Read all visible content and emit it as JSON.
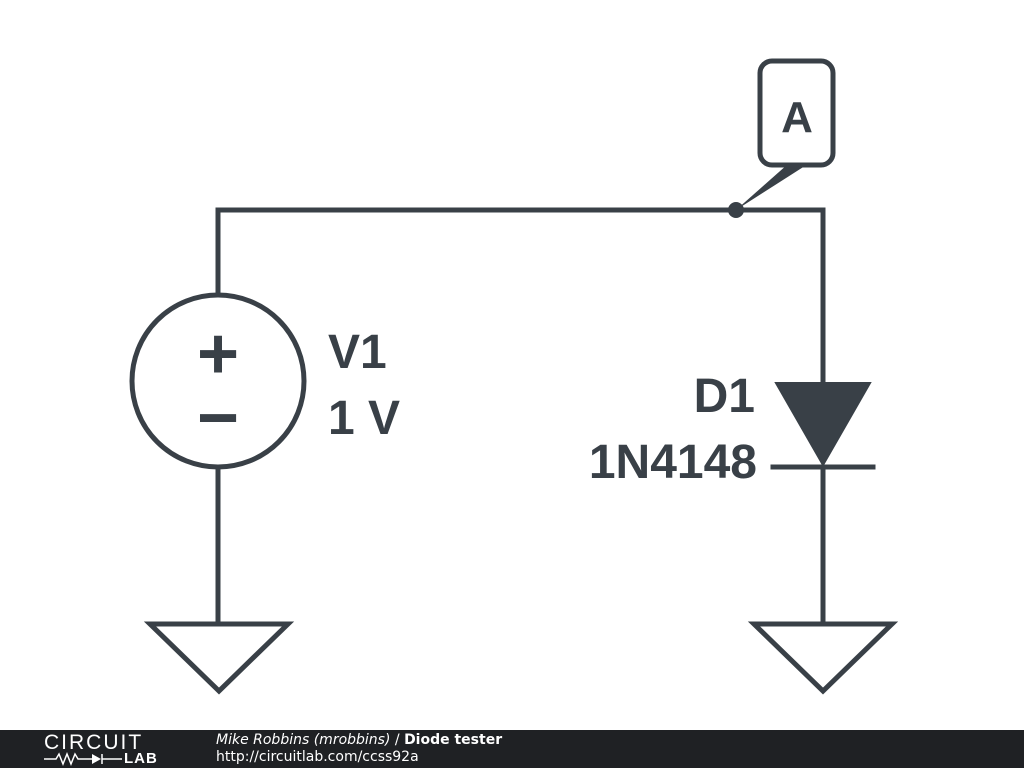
{
  "diagram": {
    "probe_label": "A",
    "source": {
      "name": "V1",
      "value": "1 V",
      "plus": "+",
      "minus": "−"
    },
    "diode": {
      "name": "D1",
      "part": "1N4148"
    }
  },
  "footer": {
    "logo_top": "CIRCUIT",
    "logo_bottom": "LAB",
    "author": "Mike Robbins (mrobbins)",
    "separator": " / ",
    "title": "Diode tester",
    "url": "http://circuitlab.com/ccss92a"
  },
  "colors": {
    "ink": "#394047",
    "footer_bg": "#1f2124",
    "footer_text": "#ffffff"
  }
}
